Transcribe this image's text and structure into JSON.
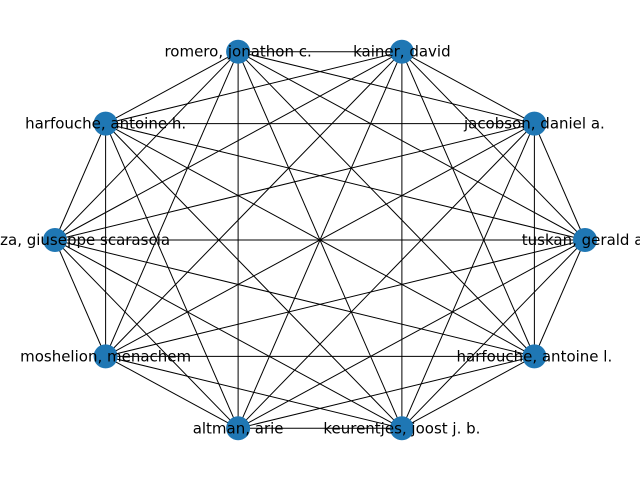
{
  "graph": {
    "node_color": "#1f77b4",
    "edge_color": "#000000",
    "complete_graph": true,
    "nodes": [
      {
        "id": "tuskan",
        "label": "tuskan, gerald a."
      },
      {
        "id": "jacobson",
        "label": "jacobson, daniel a."
      },
      {
        "id": "kainer",
        "label": "kainer, david"
      },
      {
        "id": "romero",
        "label": "romero, jonathon c."
      },
      {
        "id": "harfouche-h",
        "label": "harfouche, antoine h."
      },
      {
        "id": "mugnozza",
        "label": "mugnozza, giuseppe scarascia"
      },
      {
        "id": "moshelion",
        "label": "moshelion, menachem"
      },
      {
        "id": "altman",
        "label": "altman, arie"
      },
      {
        "id": "keurentjes",
        "label": "keurentjes, joost j. b."
      },
      {
        "id": "harfouche-l",
        "label": "harfouche, antoine l."
      }
    ]
  }
}
